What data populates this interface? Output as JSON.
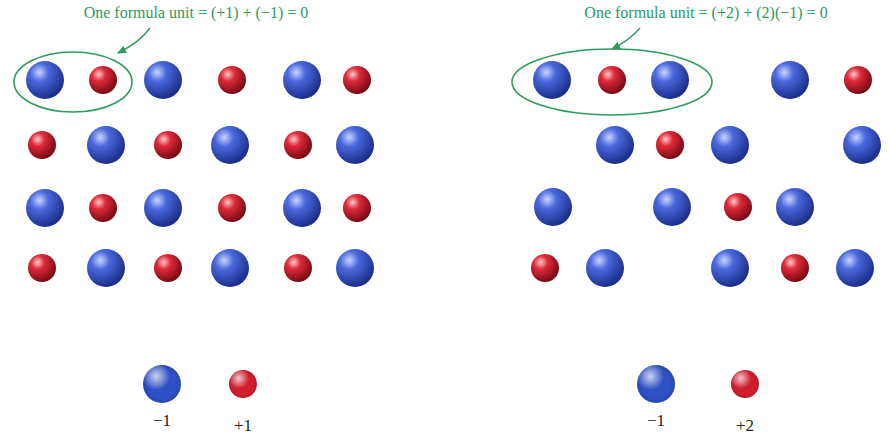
{
  "diagram": {
    "labels": [
      "One formula unit = (+1) + (−1) = 0",
      "One formula unit = (+2) + (2)(−1) = 0"
    ],
    "legend": [
      {
        "text": "−1",
        "color": "#2f4fc4"
      },
      {
        "text": "+1",
        "color": "#d01e2e"
      },
      {
        "text": "−1",
        "color": "#2f4fc4"
      },
      {
        "text": "+2",
        "color": "#d01e2e"
      }
    ]
  }
}
